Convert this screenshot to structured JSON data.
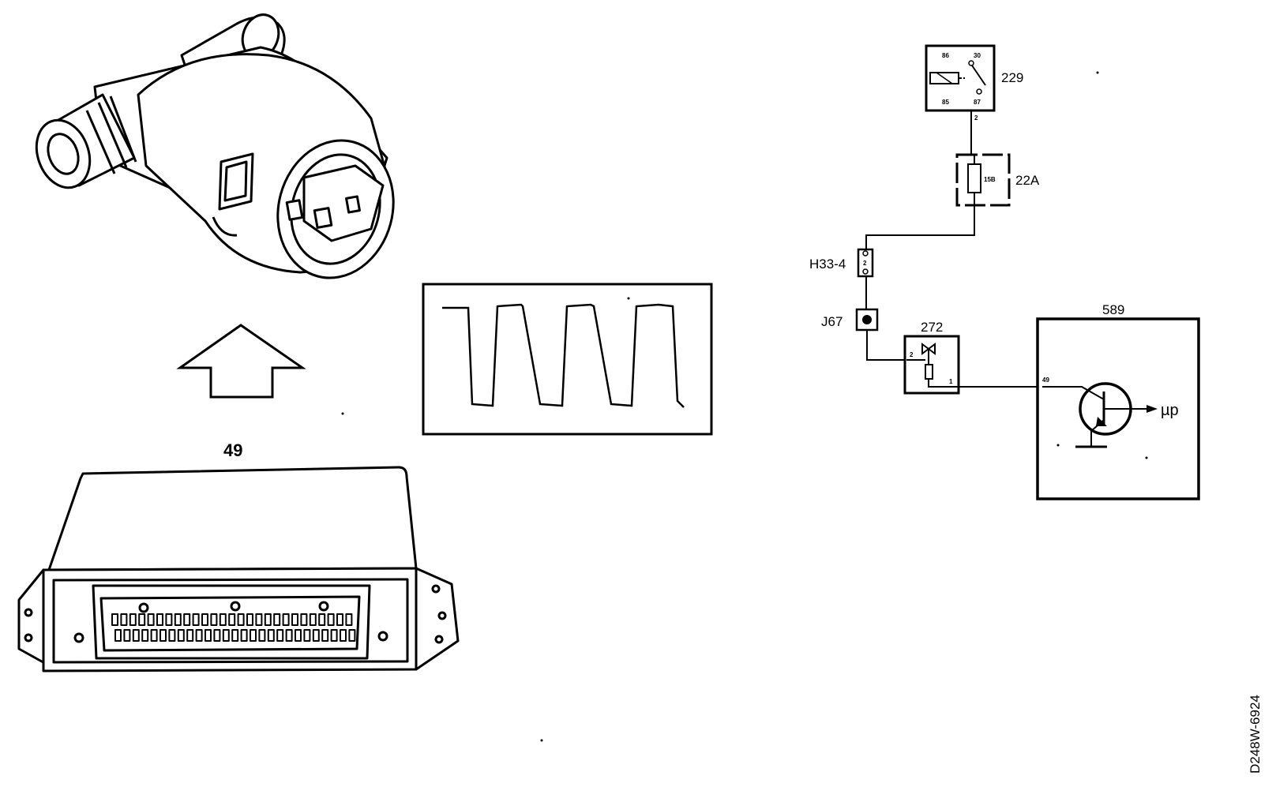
{
  "diagram": {
    "component_label": "49",
    "doc_code": "D248W-6924",
    "relay": {
      "label": "229",
      "pins": [
        "86",
        "30",
        "85",
        "87"
      ],
      "wire_pin": "2"
    },
    "fuse_box": {
      "label": "22A",
      "fuse": "15B"
    },
    "connector_h": {
      "label": "H33-4",
      "pin": "2"
    },
    "junction": {
      "label": "J67"
    },
    "valve": {
      "label": "272",
      "pins": [
        "2",
        "1"
      ]
    },
    "ecu": {
      "label": "589",
      "pin": "49",
      "micro": "µp"
    }
  }
}
